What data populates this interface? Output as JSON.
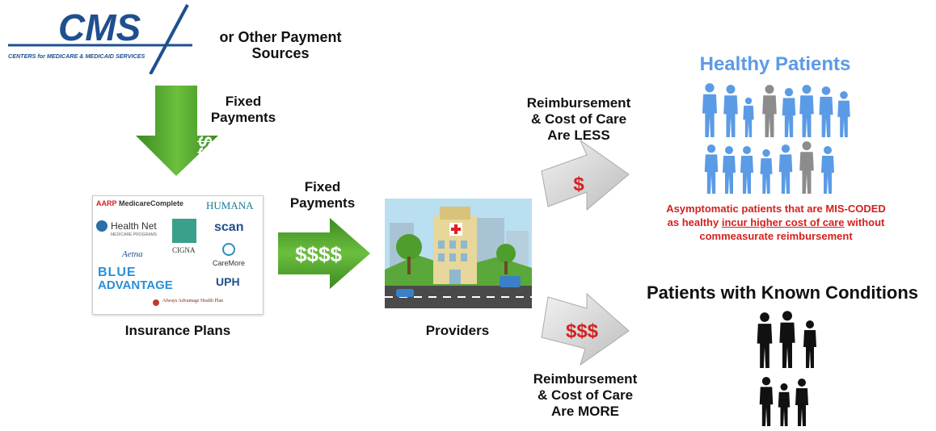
{
  "cms": {
    "logo_text": "CMS",
    "subtitle": "CENTERS for MEDICARE & MEDICAID SERVICES",
    "other_sources_line1": "or Other Payment",
    "other_sources_line2": "Sources"
  },
  "down_arrow": {
    "symbols": "$$$$$",
    "label_line1": "Fixed",
    "label_line2": "Payments"
  },
  "insurance": {
    "caption": "Insurance Plans",
    "logos": {
      "aarp": "AARP",
      "medicare_complete": "MedicareComplete",
      "humana": "HUMANA",
      "healthnet": "Health Net",
      "healthnet_sub": "MEDICARE PROGRAMS",
      "cigna": "CIGNA",
      "scan": "scan",
      "aetna": "Aetna",
      "caremore": "CareMore",
      "blue": "BLUE",
      "advantage": "ADVANTAGE",
      "uph": "UPH",
      "alianza": "Always Advantage Health Plan"
    }
  },
  "right_arrow": {
    "symbols": "$$$$",
    "label_line1": "Fixed",
    "label_line2": "Payments"
  },
  "providers": {
    "caption": "Providers"
  },
  "less_branch": {
    "symbol": "$",
    "label_line1": "Reimbursement",
    "label_line2": "& Cost of Care",
    "label_line3": "Are LESS"
  },
  "more_branch": {
    "symbol": "$$$",
    "label_line1": "Reimbursement",
    "label_line2": "& Cost of Care",
    "label_line3": "Are MORE"
  },
  "healthy": {
    "title": "Healthy Patients",
    "note_line1": "Asymptomatic patients that are MIS-CODED",
    "note_line2_a": "as healthy ",
    "note_line2_b": "incur higher cost of care",
    "note_line2_c": " without",
    "note_line3": "commeasurate reimbursement"
  },
  "known": {
    "title": "Patients with Known Conditions"
  },
  "colors": {
    "cms_blue": "#1f4f8f",
    "green_arrow": "#4f9d2d",
    "gray_arrow": "#d6d6d6",
    "dollar_red": "#d62020",
    "healthy_blue": "#5b9be6",
    "note_red": "#d62020",
    "silhouette_gray": "#8c8c8c",
    "silhouette_black": "#111111"
  }
}
